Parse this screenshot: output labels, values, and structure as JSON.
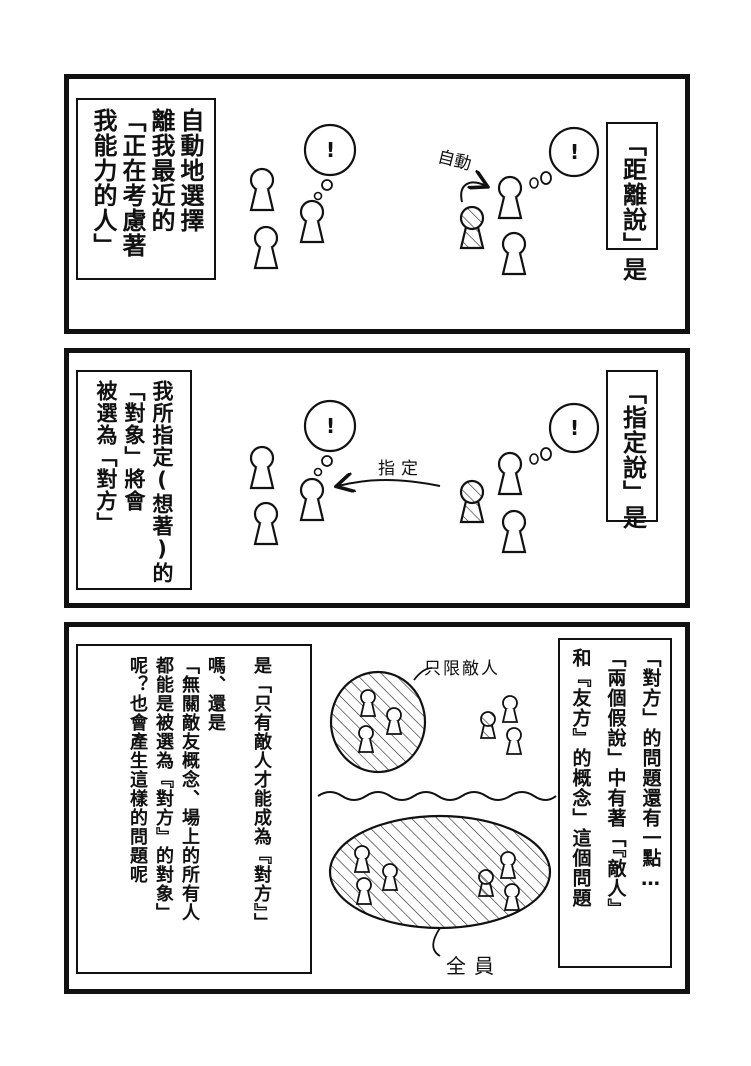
{
  "panel1": {
    "title_box": [
      "「距離說」是"
    ],
    "desc_box": [
      "自動地選擇",
      "離我最近的",
      "「正在考慮著",
      "我能力的人」"
    ],
    "arrow_label": "自動"
  },
  "panel2": {
    "title_box": [
      "「指定說」是"
    ],
    "desc_box": [
      "我所指定(想著)的",
      "「對象」將會",
      "被選為「對方」"
    ],
    "arrow_label": "指定"
  },
  "panel3": {
    "title_box": [
      "「對方」的問題還有一點…",
      "「兩個假說」中有著「『敵人』",
      "和『友方』的概念」這個問題"
    ],
    "desc_box": [
      "是「只有敵人才能成為『對方』」",
      "嗎、還是",
      "「無關敵友概念、場上的所有人",
      "都能是被選為『對方』的對象」",
      "呢？也會產生這樣的問題呢"
    ],
    "label_top": "只限敵人",
    "label_bottom": "全員"
  },
  "thought_mark": "!"
}
